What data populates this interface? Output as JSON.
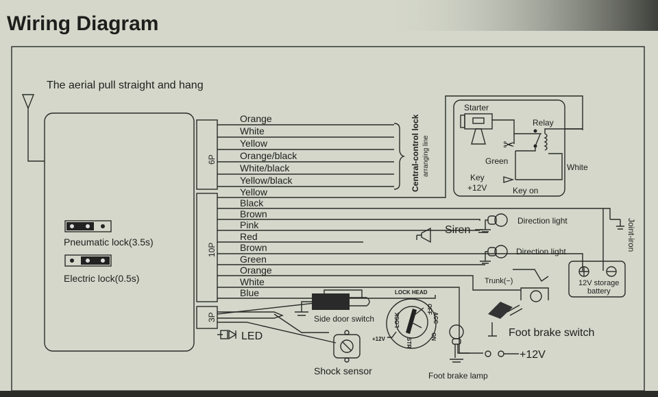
{
  "title": "Wiring Diagram",
  "aerial_note": "The aerial pull straight and hang",
  "module": {
    "pneumatic_lock": "Pneumatic lock(3.5s)",
    "electric_lock": "Electric lock(0.5s)"
  },
  "connectors": {
    "six_pin": {
      "label": "6P",
      "wires": [
        "Orange",
        "White",
        "Yellow",
        "Orange/black",
        "White/black",
        "Yellow/black"
      ]
    },
    "ten_pin": {
      "label": "10P",
      "wires": [
        "Yellow",
        "Black",
        "Brown",
        "Pink",
        "Red",
        "Brown",
        "Green",
        "Orange",
        "White",
        "Blue"
      ]
    },
    "three_pin": {
      "label": "3P"
    }
  },
  "central_lock": {
    "line1": "Central-control lock",
    "line2": "arranging line"
  },
  "starter_box": {
    "starter": "Starter",
    "relay": "Relay",
    "green": "Green",
    "white": "White",
    "key": "Key",
    "key_voltage": "+12V",
    "key_on": "Key on"
  },
  "components": {
    "direction_light_1": "Direction light",
    "direction_light_2": "Direction light",
    "siren": "Siren",
    "joint_iron": "Joint-iron",
    "trunk": "Trunk(−)",
    "battery_line1": "12V  storage",
    "battery_line2": "battery",
    "side_door_switch": "Side door switch",
    "led": "LED",
    "shock_sensor": "Shock sensor",
    "lock_head": "LOCK HEAD",
    "lock_lock": "LOCK",
    "lock_off": "OFF",
    "lock_acc": "ACC",
    "lock_on": "ON",
    "lock_str": "STR",
    "ignition_voltage": "+12V",
    "foot_brake_switch": "Foot brake switch",
    "foot_brake_lamp": "Foot brake lamp",
    "brake_voltage": "+12V"
  }
}
